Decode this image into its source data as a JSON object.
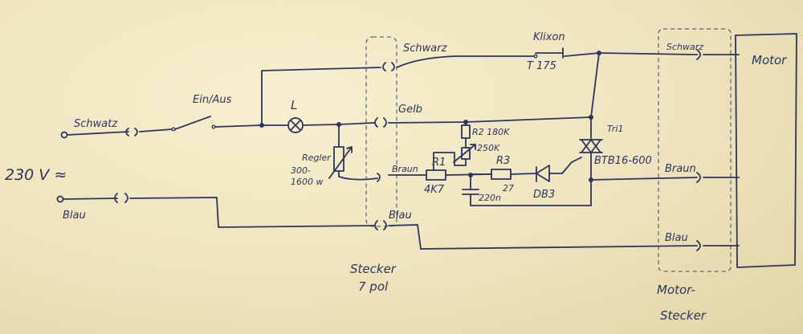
{
  "labels": {
    "mains_voltage": "230 V ≈",
    "wire_black_in": "Schwatz",
    "wire_blue_in": "Blau",
    "switch": "Ein/Aus",
    "lamp": "L",
    "wire_black_top": "Schwarz",
    "thermal_switch": "Klixon",
    "thermal_rating": "T 175",
    "wire_yellow": "Gelb",
    "r2": "R2 180K",
    "r2_pot": "250K",
    "triac": "Tri1",
    "triac_part": "BTB16-600",
    "regulator": "Regler",
    "regulator_range_1": "300-",
    "regulator_range_2": "1600 w",
    "wire_brown": "Braun",
    "r1": "R1",
    "r1_value": "4K7",
    "r3": "R3",
    "r3_value": "27",
    "capacitor": "220n",
    "diac": "DB3",
    "wire_blue_mid": "Blau",
    "plug_label_1": "Stecker",
    "plug_label_2": "7 pol",
    "motor_black": "Schwarz",
    "motor_brown": "Braun",
    "motor_blue": "Blau",
    "motor": "Motor",
    "motor_plug_1": "Motor-",
    "motor_plug_2": "Stecker"
  }
}
